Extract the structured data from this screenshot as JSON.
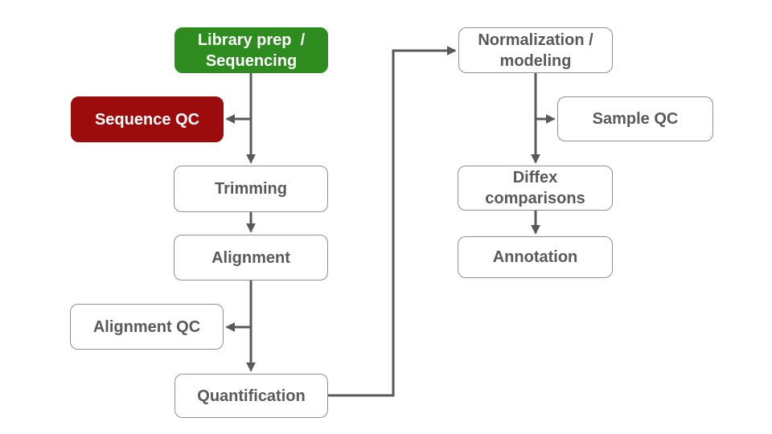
{
  "diagram": {
    "type": "flowchart",
    "background": "#ffffff"
  },
  "palette": {
    "connector": "#595959",
    "step_fill": "#ffffff",
    "step_border": "#8f8f8f",
    "step_text": "#595959",
    "start_fill": "#2e8b1e",
    "qc_alert_fill": "#9c0c0c",
    "inverse_text": "#ffffff"
  },
  "nodes": [
    {
      "id": "library-prep-sequencing",
      "label": "Library prep  /\nSequencing",
      "fill": "#2e8b1e",
      "border": "#2e8b1e",
      "text": "#ffffff"
    },
    {
      "id": "sequence-qc",
      "label": "Sequence QC",
      "fill": "#9c0c0c",
      "border": "#9c0c0c",
      "text": "#ffffff"
    },
    {
      "id": "trimming",
      "label": "Trimming",
      "fill": "#ffffff",
      "border": "#8f8f8f",
      "text": "#595959"
    },
    {
      "id": "alignment",
      "label": "Alignment",
      "fill": "#ffffff",
      "border": "#8f8f8f",
      "text": "#595959"
    },
    {
      "id": "alignment-qc",
      "label": "Alignment QC",
      "fill": "#ffffff",
      "border": "#8f8f8f",
      "text": "#595959"
    },
    {
      "id": "quantification",
      "label": "Quantification",
      "fill": "#ffffff",
      "border": "#8f8f8f",
      "text": "#595959"
    },
    {
      "id": "normalization-modeling",
      "label": "Normalization /\nmodeling",
      "fill": "#ffffff",
      "border": "#8f8f8f",
      "text": "#595959"
    },
    {
      "id": "sample-qc",
      "label": "Sample QC",
      "fill": "#ffffff",
      "border": "#8f8f8f",
      "text": "#595959"
    },
    {
      "id": "diffex-comparisons",
      "label": "Diffex\ncomparisons",
      "fill": "#ffffff",
      "border": "#8f8f8f",
      "text": "#595959"
    },
    {
      "id": "annotation",
      "label": "Annotation",
      "fill": "#ffffff",
      "border": "#8f8f8f",
      "text": "#595959"
    }
  ],
  "edges": [
    {
      "from": "library-prep-sequencing",
      "to": "trimming"
    },
    {
      "from": "library-prep-sequencing",
      "to": "sequence-qc"
    },
    {
      "from": "trimming",
      "to": "alignment"
    },
    {
      "from": "alignment",
      "to": "alignment-qc"
    },
    {
      "from": "alignment",
      "to": "quantification"
    },
    {
      "from": "quantification",
      "to": "normalization-modeling"
    },
    {
      "from": "normalization-modeling",
      "to": "sample-qc"
    },
    {
      "from": "normalization-modeling",
      "to": "diffex-comparisons"
    },
    {
      "from": "diffex-comparisons",
      "to": "annotation"
    }
  ]
}
